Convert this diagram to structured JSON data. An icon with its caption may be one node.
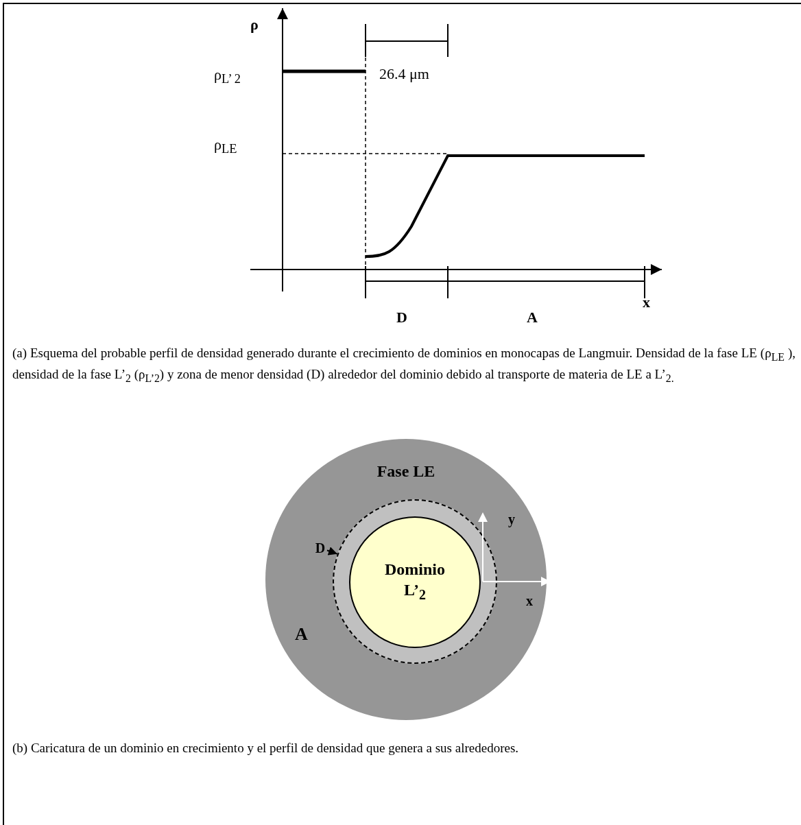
{
  "diagram": {
    "nodes": [
      {
        "text": [
          "Fase LE"
        ]
      },
      {
        "text": [],
        "shape": "circle",
        "in": 0
      },
      {
        "text": [
          "Dominio L’$_{2}$"
        ],
        "in": 1
      },
      {
        "text": [
          "D"
        ],
        "in": 0
      }
    ],
    "edges": [
      {
        "from": 3,
        "to": 1,
        "arrow": "to"
      }
    ],
    "labels": [
      "ρ",
      "ρ$_{L’ 2}$",
      "ρ$_{LE}$",
      "26.4 μm",
      "x",
      "D",
      "A",
      "(a) Esquema del probable perfil de densidad generado durante el crecimiento de dominios en monocapas de Langmuir. Densidad de la fase LE (ρ$_{LE}$ ), densidad de la fase L’$_{2}$ (ρ$_{L’2}$) y zona de menor densidad (D) alrededor del dominio debido al transporte de materia de LE a L’$_{2.}$",
      "A",
      "y",
      "x",
      "(b) Caricatura de un dominio en crecimiento y el perfil de densidad que genera a sus alrededores."
    ]
  }
}
